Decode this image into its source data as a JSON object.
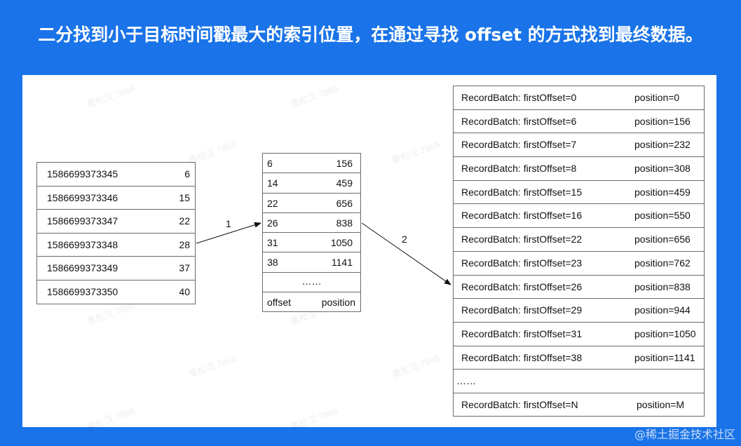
{
  "title": "二分找到小于目标时间戳最大的索引位置，在通过寻找 offset 的方式找到最终数据。",
  "time_index": [
    {
      "timestamp": "1586699373345",
      "offset": "6"
    },
    {
      "timestamp": "1586699373346",
      "offset": "15"
    },
    {
      "timestamp": "1586699373347",
      "offset": "22"
    },
    {
      "timestamp": "1586699373348",
      "offset": "28"
    },
    {
      "timestamp": "1586699373349",
      "offset": "37"
    },
    {
      "timestamp": "1586699373350",
      "offset": "40"
    }
  ],
  "offset_index": {
    "rows": [
      {
        "offset": "6",
        "position": "156"
      },
      {
        "offset": "14",
        "position": "459"
      },
      {
        "offset": "22",
        "position": "656"
      },
      {
        "offset": "26",
        "position": "838"
      },
      {
        "offset": "31",
        "position": "1050"
      },
      {
        "offset": "38",
        "position": "1141"
      }
    ],
    "ellipsis": "……",
    "header_offset": "offset",
    "header_position": "position"
  },
  "log_segment": {
    "rows": [
      {
        "batch": "RecordBatch: firstOffset=0",
        "position": "position=0"
      },
      {
        "batch": "RecordBatch: firstOffset=6",
        "position": "position=156"
      },
      {
        "batch": "RecordBatch: firstOffset=7",
        "position": "position=232"
      },
      {
        "batch": "RecordBatch: firstOffset=8",
        "position": "position=308"
      },
      {
        "batch": "RecordBatch: firstOffset=15",
        "position": "position=459"
      },
      {
        "batch": "RecordBatch: firstOffset=16",
        "position": "position=550"
      },
      {
        "batch": "RecordBatch: firstOffset=22",
        "position": "position=656"
      },
      {
        "batch": "RecordBatch: firstOffset=23",
        "position": "position=762"
      },
      {
        "batch": "RecordBatch: firstOffset=26",
        "position": "position=838"
      },
      {
        "batch": "RecordBatch: firstOffset=29",
        "position": "position=944"
      },
      {
        "batch": "RecordBatch: firstOffset=31",
        "position": "position=1050"
      },
      {
        "batch": "RecordBatch: firstOffset=38",
        "position": "position=1141"
      }
    ],
    "ellipsis": "……",
    "last_batch": "RecordBatch: firstOffset=N",
    "last_position": "position=M"
  },
  "arrows": {
    "step1": "1",
    "step2": "2"
  },
  "watermark": "黄松汉 7868",
  "corner_mark": "@稀土掘金技术社区",
  "colors": {
    "background": "#1a73e8",
    "panel": "#ffffff",
    "border": "#6b6b6b"
  }
}
